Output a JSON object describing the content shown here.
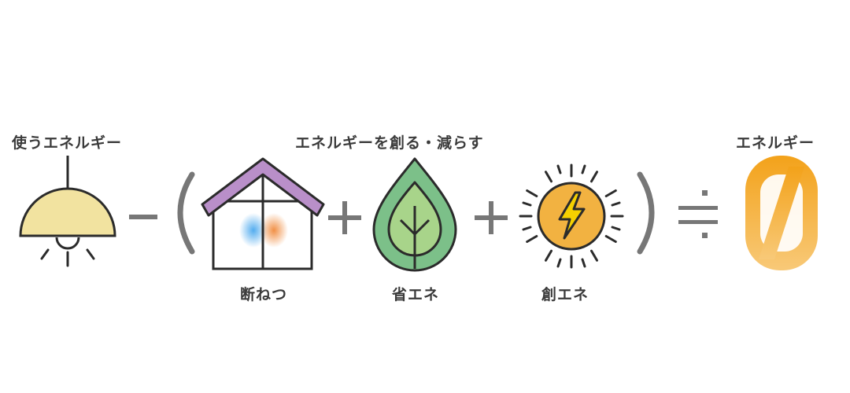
{
  "labels": {
    "use_energy": "使うエネルギー",
    "create_reduce": "エネルギーを創る・減らす",
    "insulation": "断ねつ",
    "energy_saving": "省エネ",
    "energy_creation": "創エネ",
    "energy_result": "エネルギー"
  },
  "operators": {
    "minus": "−",
    "open_paren": "(",
    "plus_1": "+",
    "plus_2": "+",
    "close_paren": ")",
    "approx_equal": "≒"
  },
  "result_value": "0",
  "colors": {
    "text": "#3a3a3a",
    "lamp_fill": "#f2e3a0",
    "roof": "#b98fc9",
    "leaf_outer": "#7cc089",
    "leaf_inner": "#a8d48a",
    "sun": "#f2b241",
    "bolt": "#f5d000",
    "zero_badge": "#f3a21a",
    "operator": "#777777"
  }
}
